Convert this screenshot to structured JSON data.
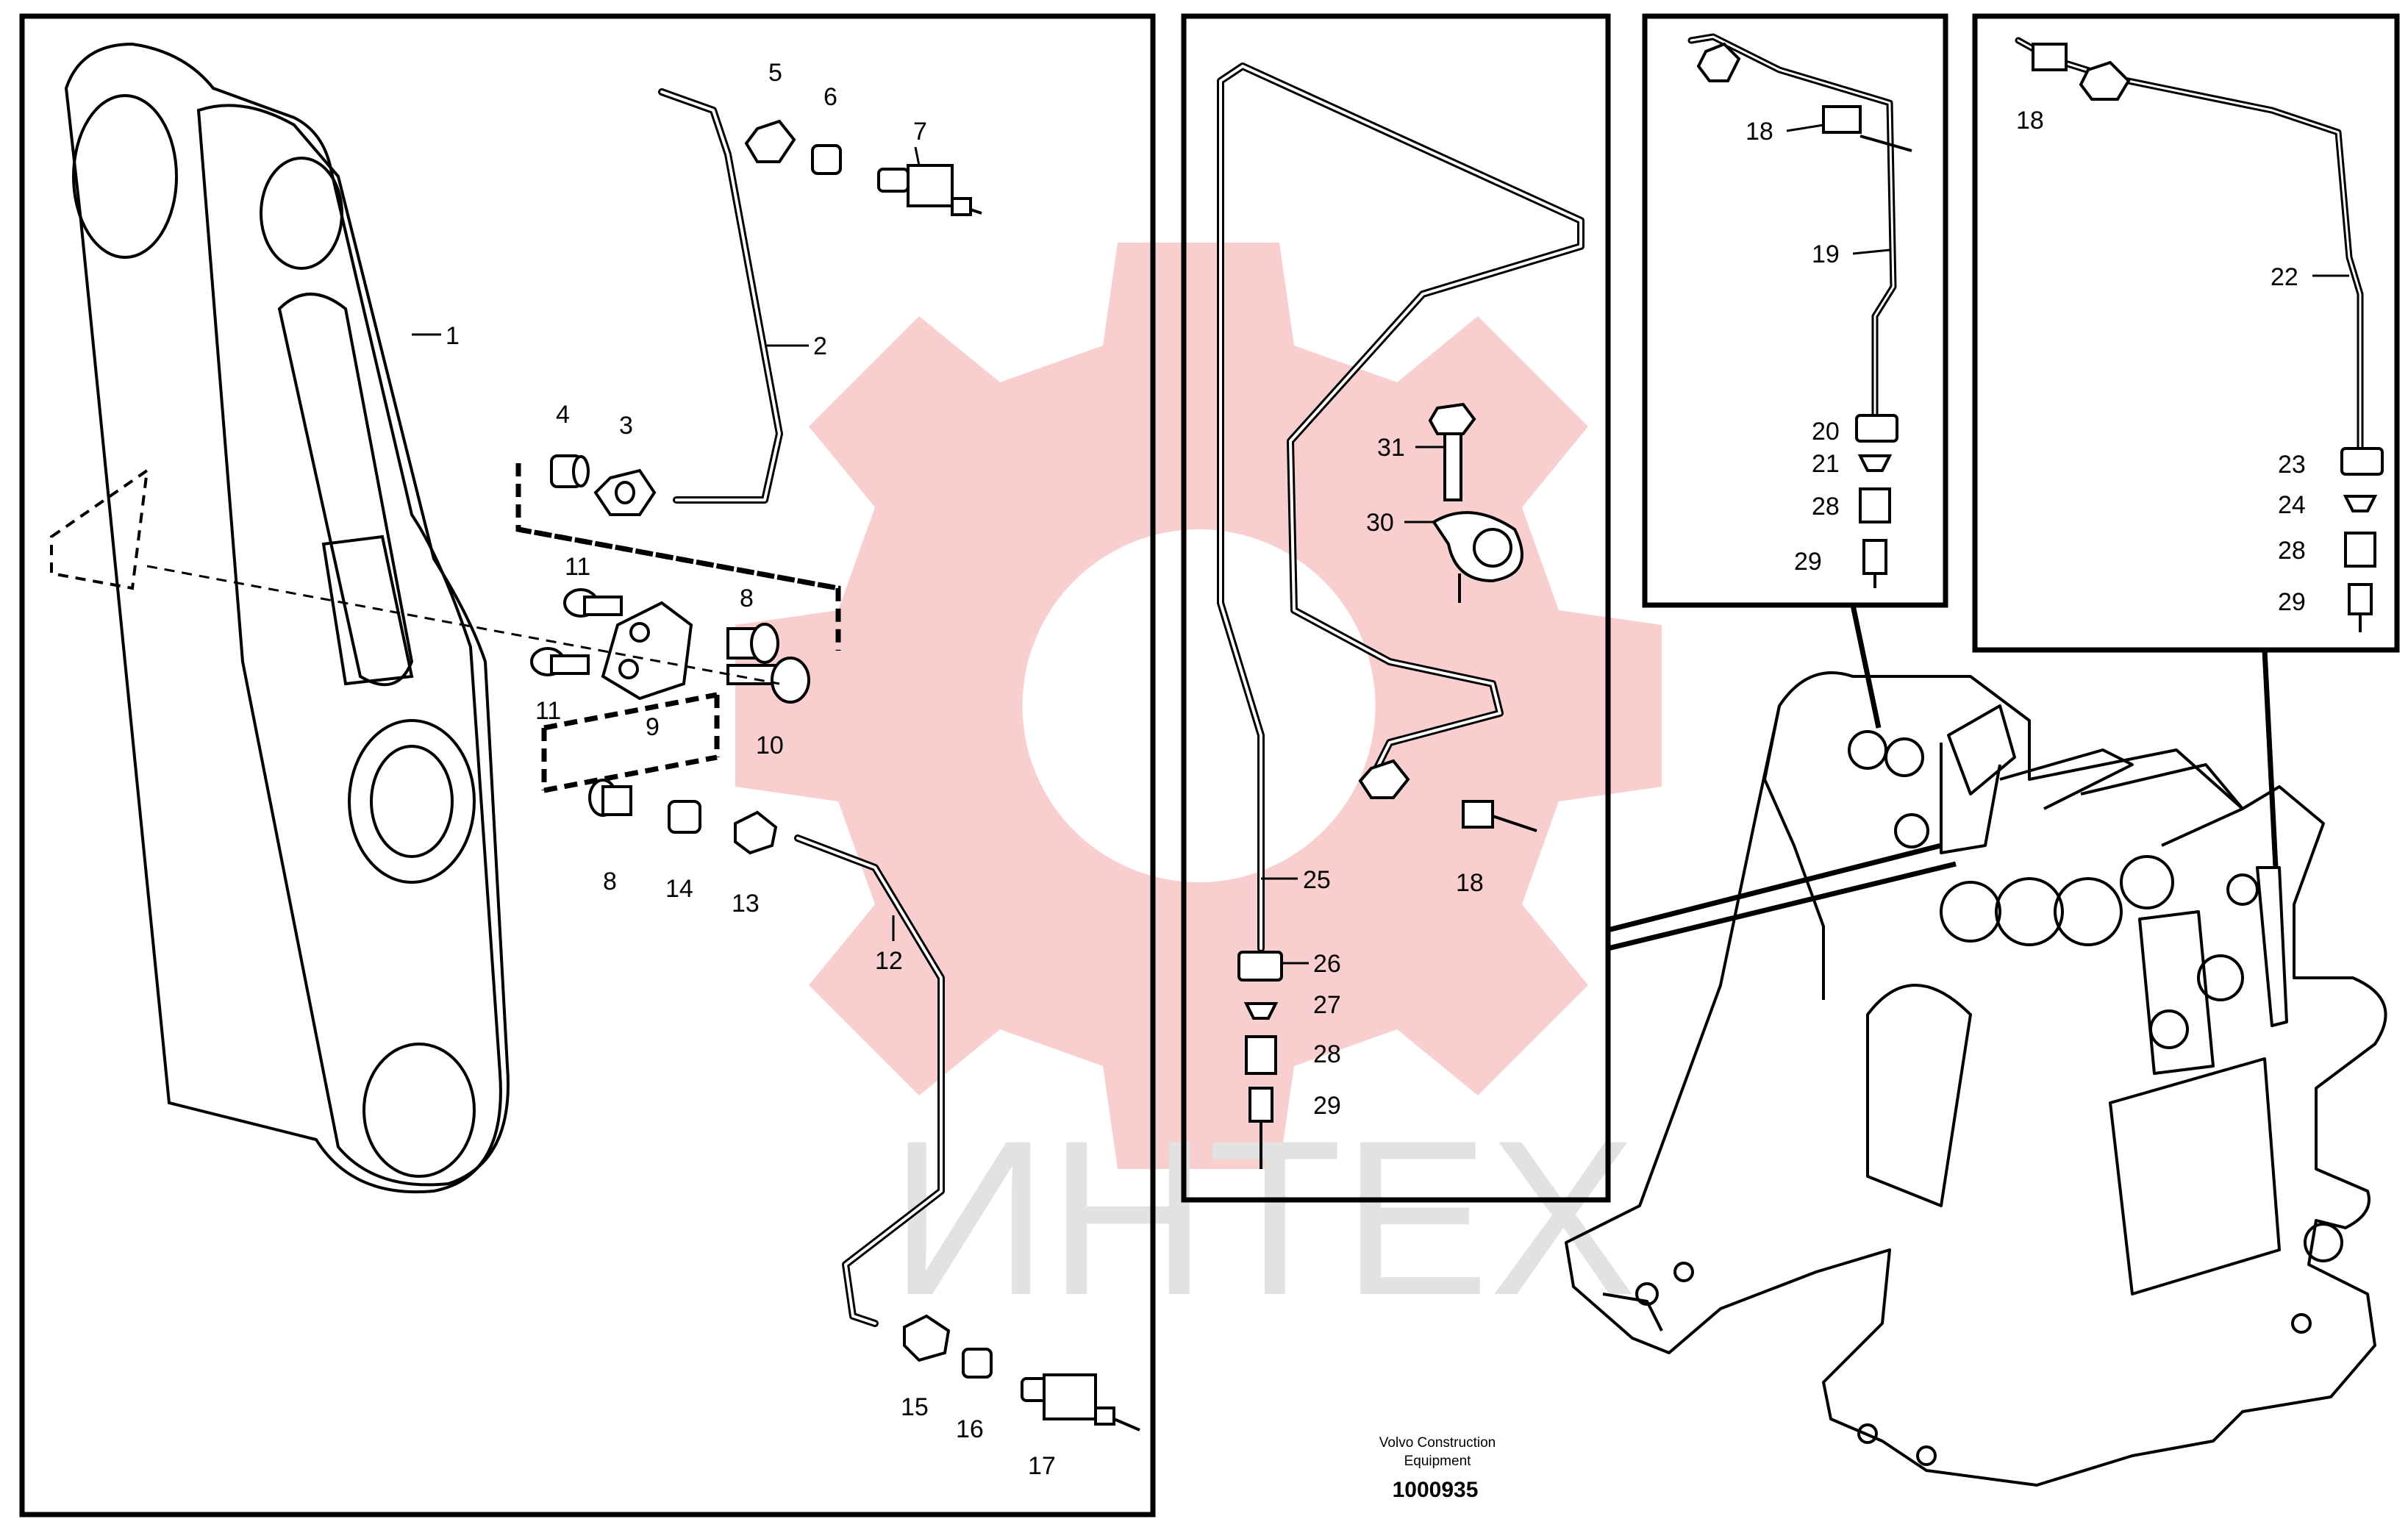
{
  "watermark": {
    "text": "ИНТЕХ",
    "gear_color": "#f7c9c9",
    "text_color": "#e2e2e2"
  },
  "caption": {
    "line1": "Volvo Construction",
    "line2": "Equipment",
    "doc_number": "1000935"
  },
  "panels": {
    "left": {
      "labels": [
        "1",
        "2",
        "3",
        "4",
        "5",
        "6",
        "7",
        "8",
        "9",
        "10",
        "11",
        "11",
        "8",
        "14",
        "13",
        "12",
        "15",
        "16",
        "17"
      ]
    },
    "middle": {
      "labels": [
        "31",
        "30",
        "18",
        "25",
        "26",
        "27",
        "28",
        "29"
      ]
    },
    "detail_a": {
      "labels": [
        "18",
        "19",
        "20",
        "21",
        "28",
        "29"
      ]
    },
    "detail_b": {
      "labels": [
        "18",
        "22",
        "23",
        "24",
        "28",
        "29"
      ]
    }
  }
}
